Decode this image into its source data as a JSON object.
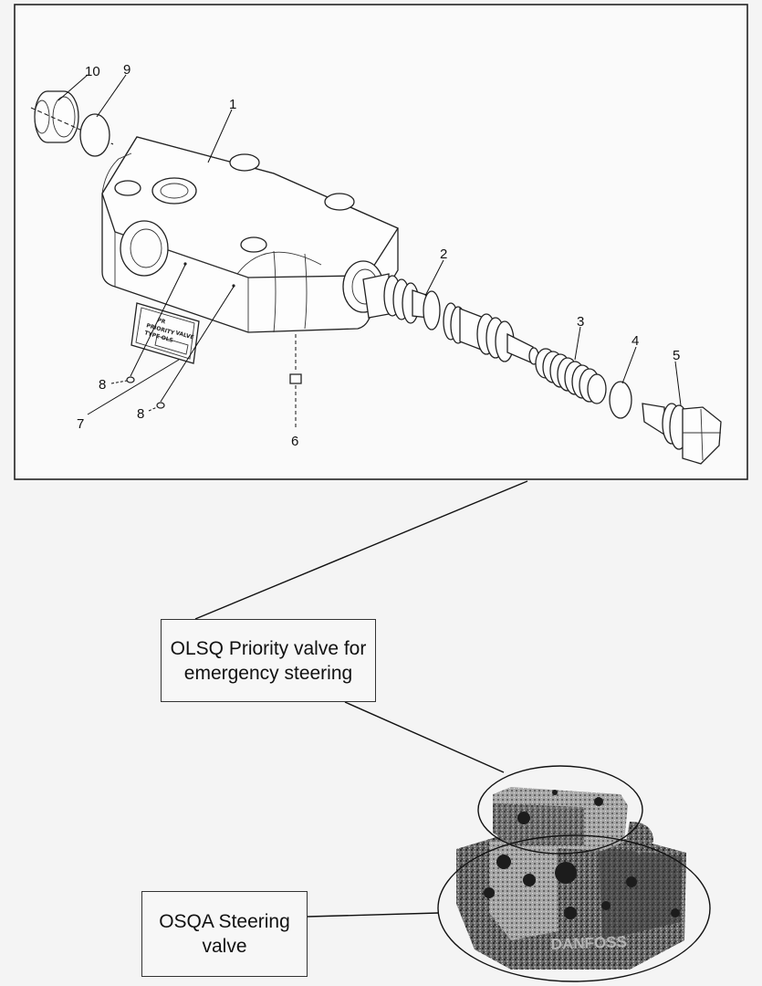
{
  "diagram": {
    "part_numbers": [
      {
        "id": "p1",
        "text": "1"
      },
      {
        "id": "p2",
        "text": "2"
      },
      {
        "id": "p3",
        "text": "3"
      },
      {
        "id": "p4",
        "text": "4"
      },
      {
        "id": "p5",
        "text": "5"
      },
      {
        "id": "p6",
        "text": "6"
      },
      {
        "id": "p7",
        "text": "7"
      },
      {
        "id": "p8a",
        "text": "8"
      },
      {
        "id": "p8b",
        "text": "8"
      },
      {
        "id": "p9",
        "text": "9"
      },
      {
        "id": "p10",
        "text": "10"
      }
    ],
    "nameplate": {
      "line1": "PR",
      "line2": "PRIORITY",
      "line3": "VALVE",
      "line4": "TYPE OLS"
    },
    "callouts": {
      "priority_valve": {
        "line1": "OLSQ Priority valve for",
        "line2": "emergency steering"
      },
      "steering_valve": {
        "line1": "OSQA Steering",
        "line2": "valve"
      }
    },
    "photo_marking": "DANFOSS"
  }
}
